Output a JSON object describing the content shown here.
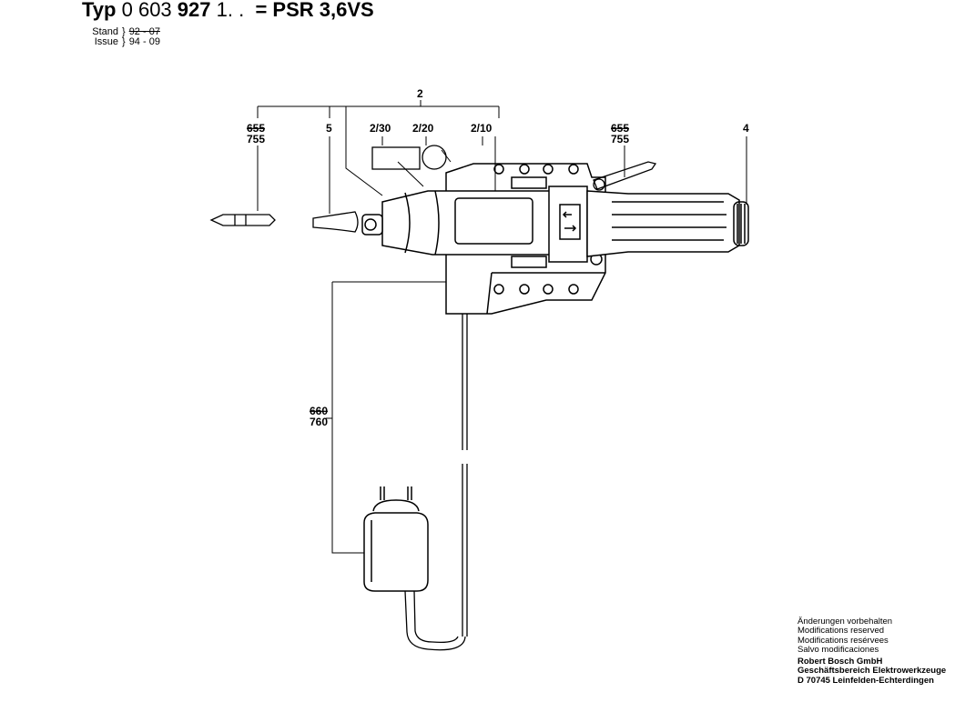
{
  "header": {
    "typ_label": "Typ",
    "part_number_prefix": "0 603",
    "part_number_bold": "927",
    "part_number_suffix": "1. .",
    "model": "= PSR 3,6VS",
    "stand_label": "Stand",
    "stand_value": "92 - 07",
    "issue_label": "Issue",
    "issue_value": "94 - 09"
  },
  "callouts": {
    "assembly": "2",
    "bit_left_old": "655",
    "bit_left_new": "755",
    "sleeve": "5",
    "label_230": "2/30",
    "label_220": "2/20",
    "label_210": "2/10",
    "bit_right_old": "655",
    "bit_right_new": "755",
    "handle": "4",
    "charger_old": "660",
    "charger_new": "760"
  },
  "footer": {
    "lines": [
      "Änderungen vorbehalten",
      "Modifications reserved",
      "Modifications resérvees",
      "Salvo modificaciones"
    ],
    "company": "Robert Bosch GmbH",
    "division": "Geschäftsbereich Elektrowerkzeuge",
    "address": "D 70745 Leinfelden-Echterdingen"
  }
}
